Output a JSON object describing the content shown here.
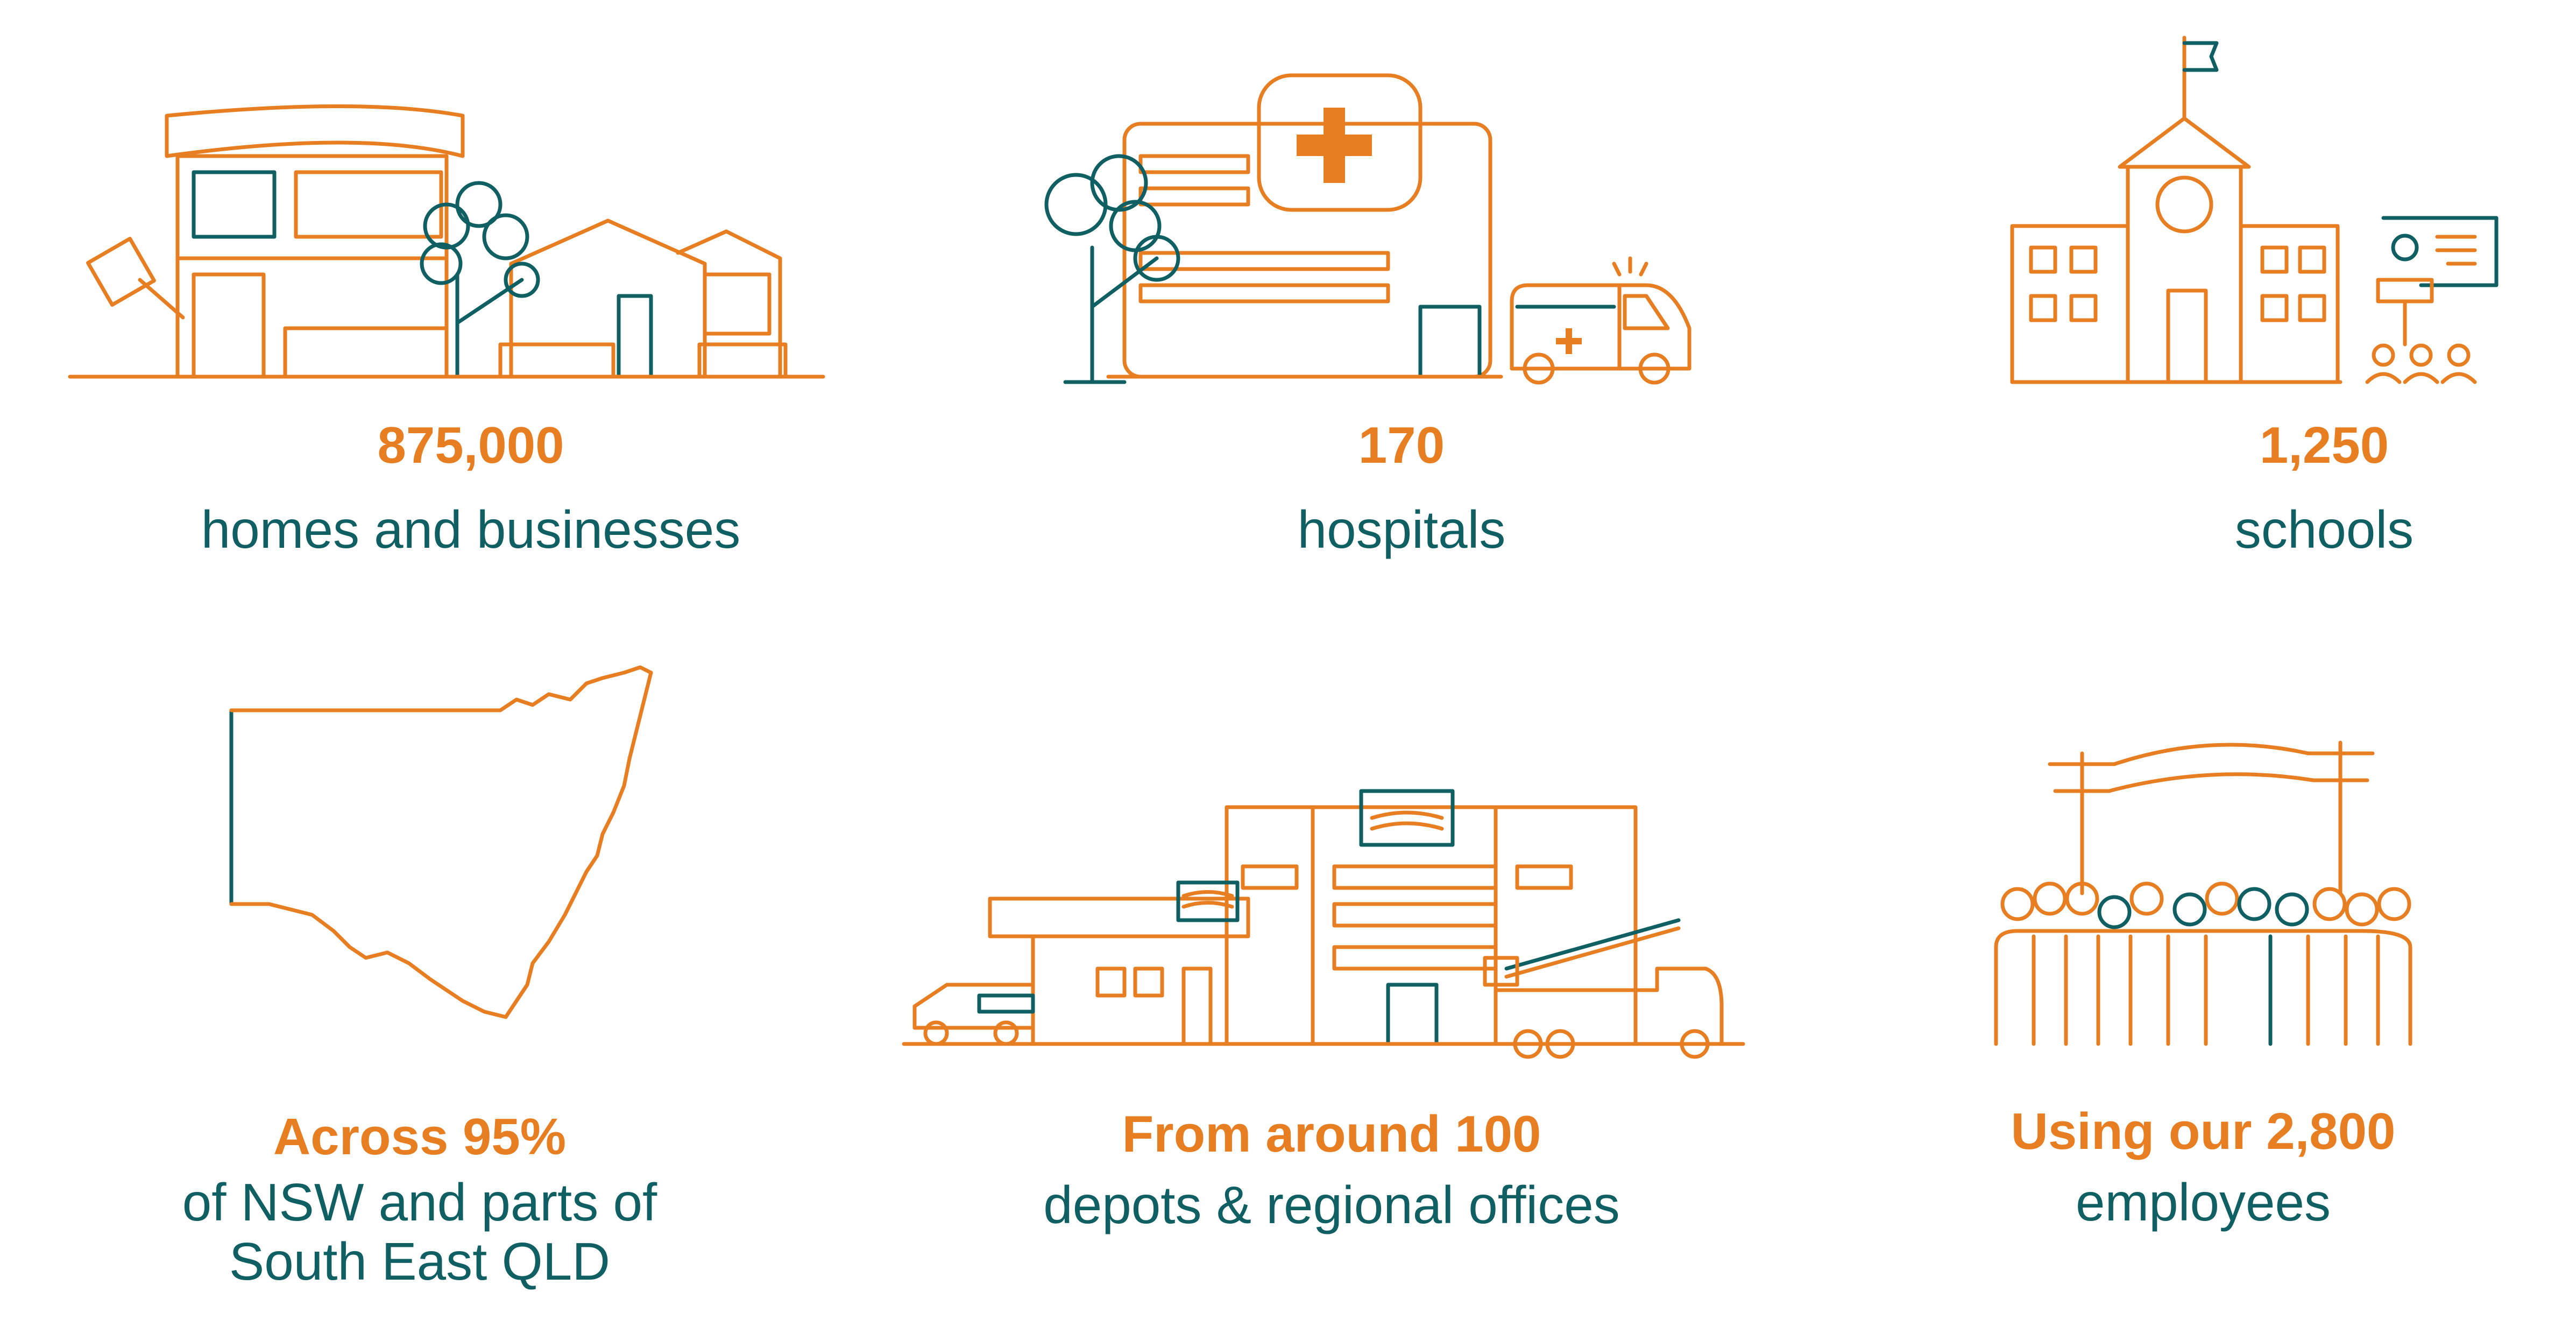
{
  "colors": {
    "orange": "#e87e22",
    "teal": "#0f5f63",
    "background": "#ffffff"
  },
  "stats": [
    {
      "value": "875,000",
      "label": "homes and businesses",
      "icon": "homes-icon"
    },
    {
      "value": "170",
      "label": "hospitals",
      "icon": "hospital-icon"
    },
    {
      "value": "1,250",
      "label": "schools",
      "icon": "school-icon"
    },
    {
      "value": "Across 95%",
      "label": "of NSW and parts of\nSouth East QLD",
      "icon": "nsw-map-icon"
    },
    {
      "value": "From around 100",
      "label": "depots & regional offices",
      "icon": "depot-icon"
    },
    {
      "value": "Using our 2,800",
      "label": "employees",
      "icon": "workers-icon"
    }
  ]
}
